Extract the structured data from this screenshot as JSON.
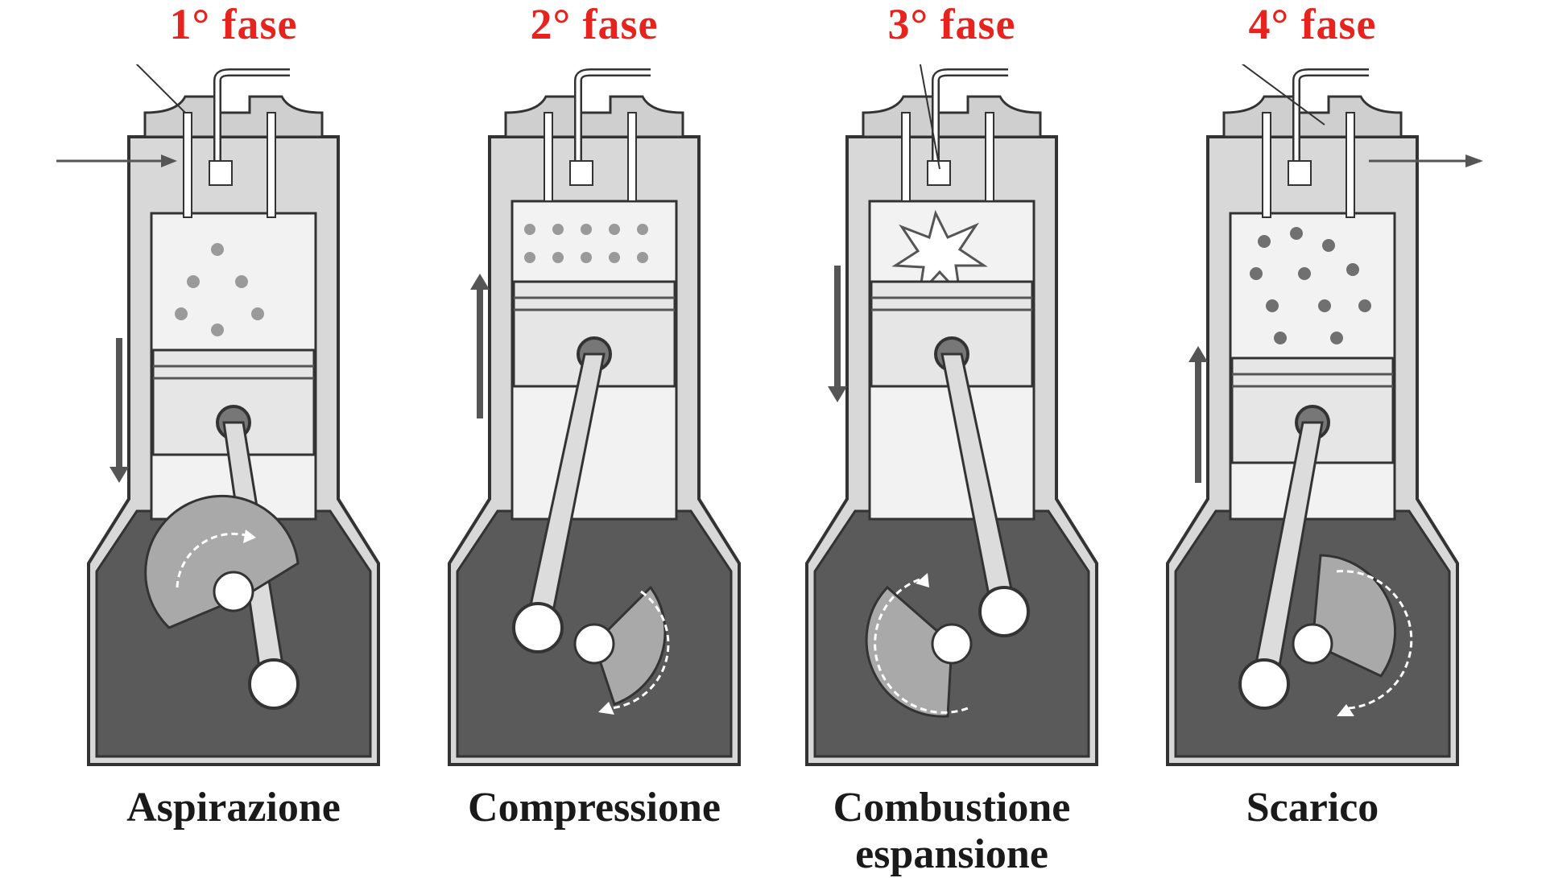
{
  "phases": [
    {
      "title": "1° fase",
      "label": "Aspirazione",
      "label_line2": ""
    },
    {
      "title": "2° fase",
      "label": "Compressione",
      "label_line2": ""
    },
    {
      "title": "3° fase",
      "label": "Combustione",
      "label_line2": "espansione"
    },
    {
      "title": "4° fase",
      "label": "Scarico",
      "label_line2": ""
    }
  ],
  "colors": {
    "title": "#e8231e",
    "label": "#1a1a1a",
    "crankcase": "#5a5a5a",
    "cylinder_wall": "#d8d8d8",
    "piston": "#e6e6e6",
    "outline": "#333333"
  }
}
